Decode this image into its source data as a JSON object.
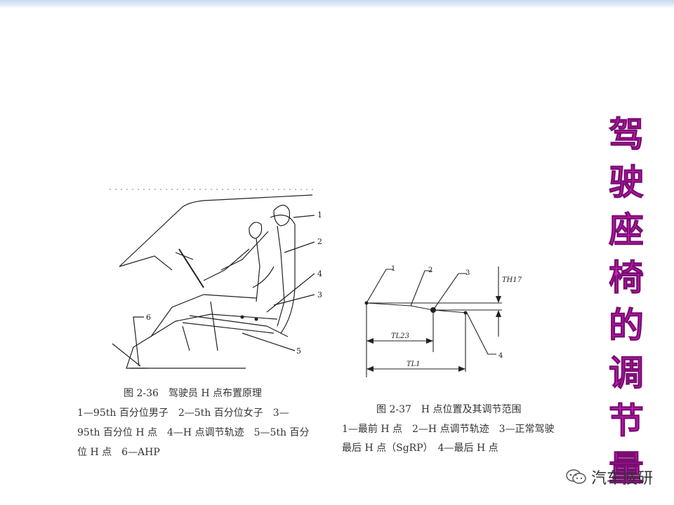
{
  "slide": {
    "title_chars": [
      "驾",
      "驶",
      "座",
      "椅",
      "的",
      "调",
      "节",
      "量"
    ],
    "title_color": "#d21fc4"
  },
  "figure_left": {
    "labels": [
      "1",
      "2",
      "3",
      "4",
      "5",
      "6"
    ],
    "caption_title": "图 2-36　驾驶员 H 点布置原理",
    "caption_lines": [
      "1—95th 百分位男子　2—5th 百分位女子　3—",
      "95th 百分位 H 点　4—H 点调节轨迹　5—5th 百分",
      "位 H 点　6—AHP"
    ]
  },
  "figure_right": {
    "labels": [
      "1",
      "2",
      "3",
      "4"
    ],
    "dims": [
      "TH17",
      "TL23",
      "TL1"
    ],
    "caption_title": "图 2-37　H 点位置及其调节范围",
    "caption_lines": [
      "1—最前 H 点　2—H 点调节轨迹　3—正常驾驶",
      "最后 H 点（SgRP）　4—最后 H 点"
    ]
  },
  "watermark": {
    "text": "汽车技研",
    "icon": "wechat-icon"
  }
}
